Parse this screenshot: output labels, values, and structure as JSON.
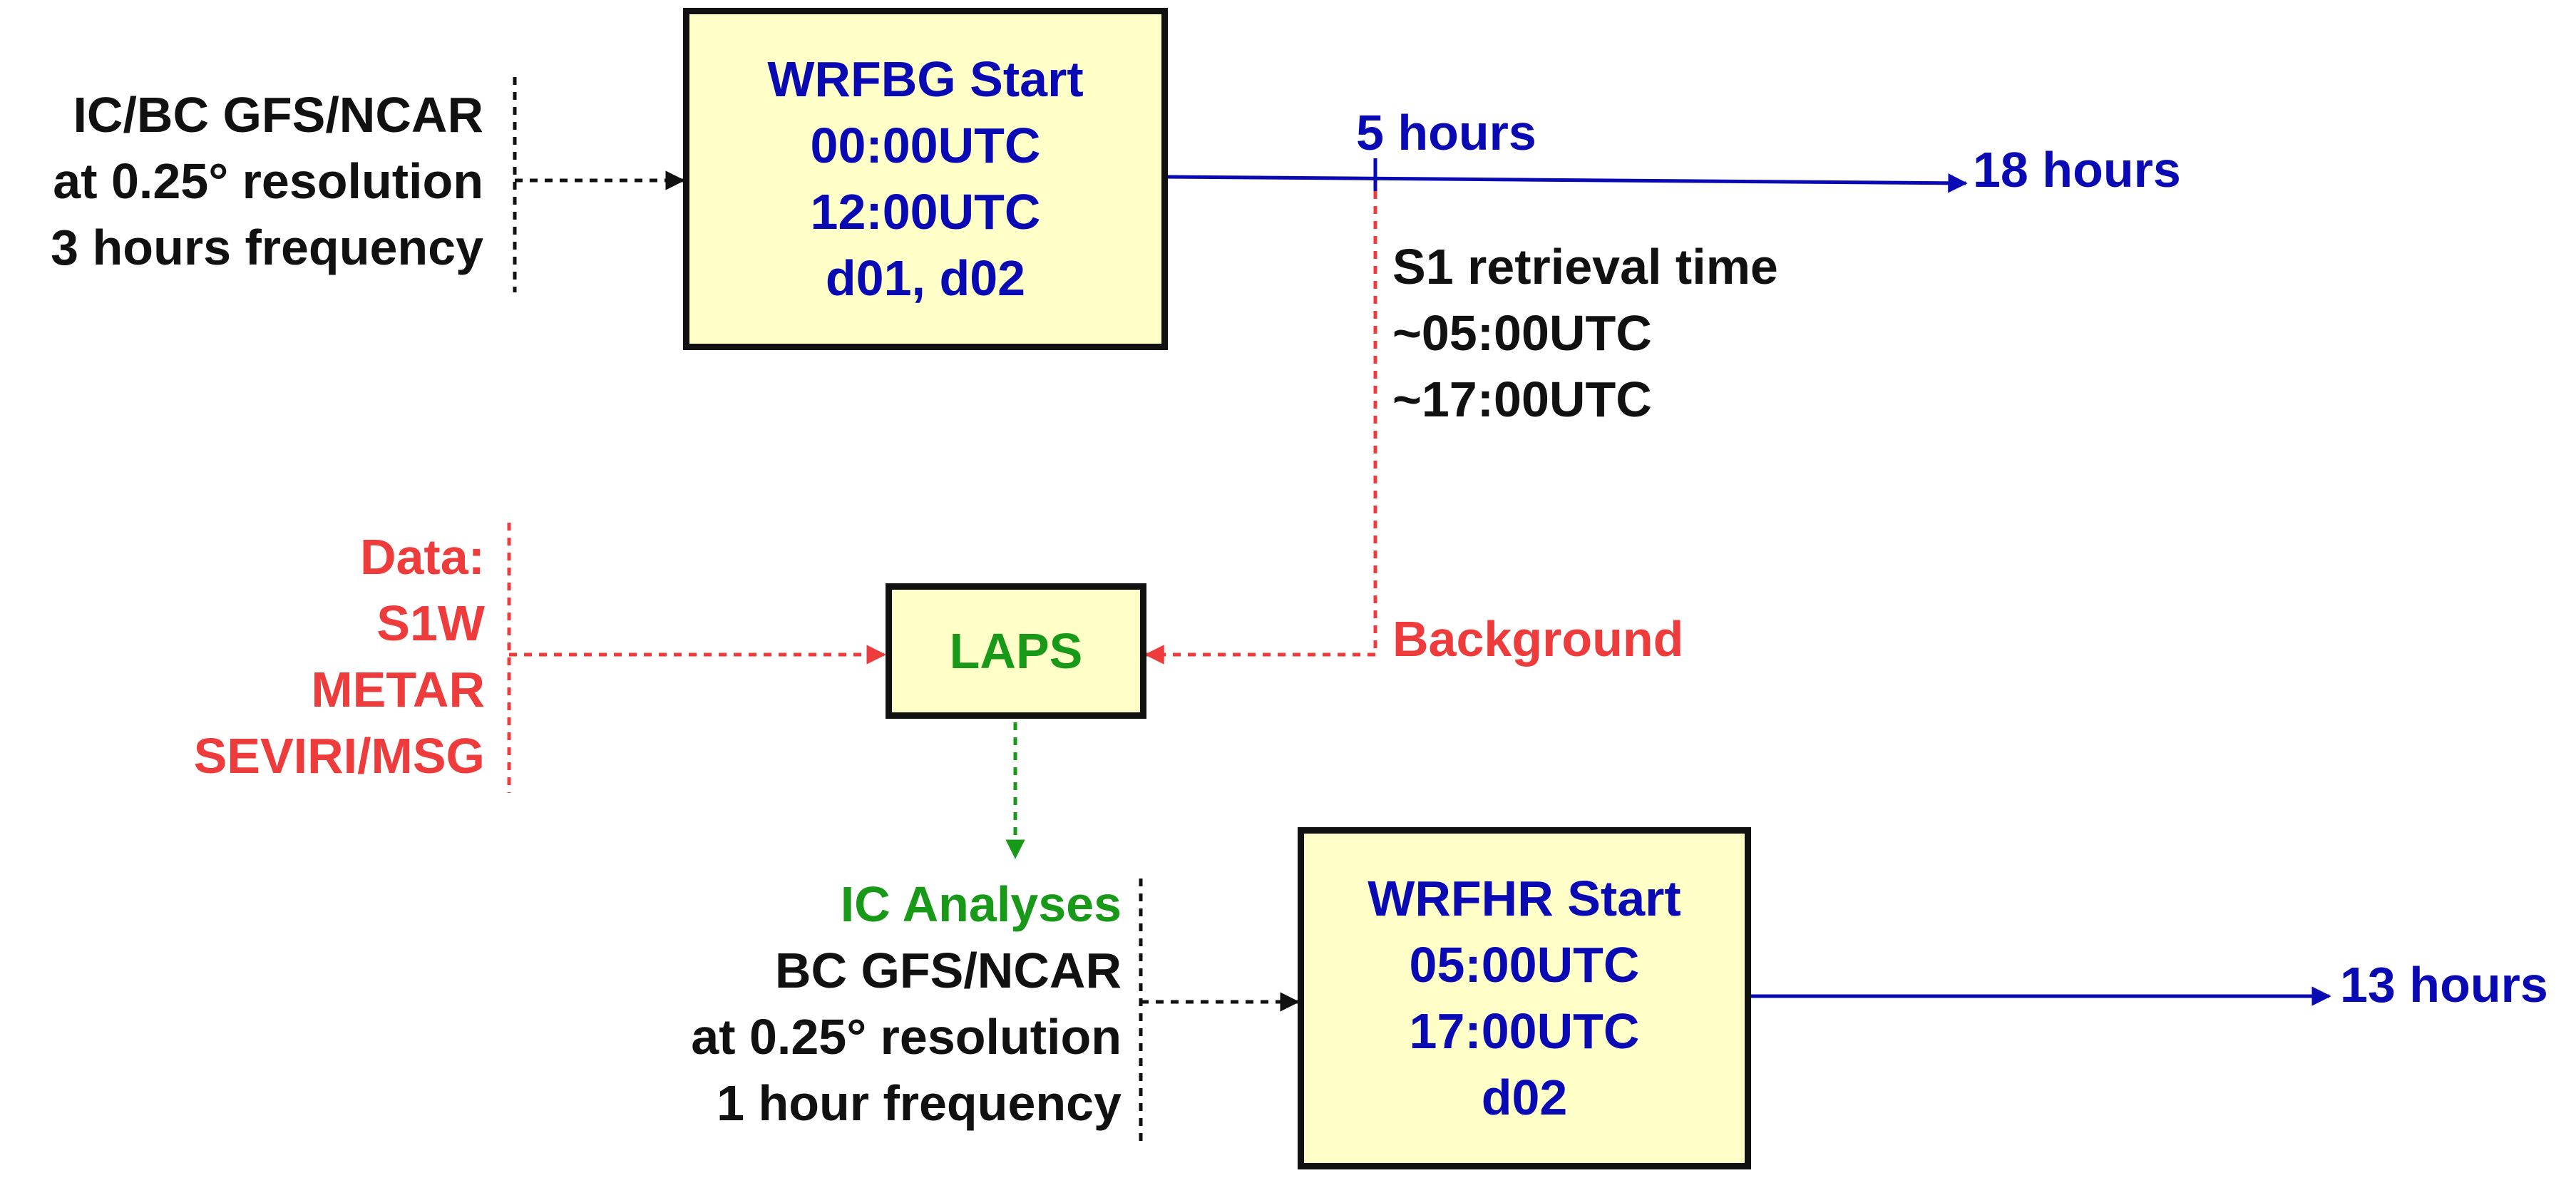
{
  "wrfbg_inputs": {
    "lines": [
      "IC/BC GFS/NCAR",
      "at 0.25° resolution",
      "3 hours frequency"
    ]
  },
  "wrfbg_box": {
    "lines": [
      "WRFBG Start",
      "00:00UTC",
      "12:00UTC",
      "d01, d02"
    ]
  },
  "wrfbg_timeline": {
    "mid_label": "5 hours",
    "end_label": "18 hours"
  },
  "s1_retrieval": {
    "lines": [
      "S1 retrieval time",
      "~05:00UTC",
      "~17:00UTC"
    ]
  },
  "laps_inputs": {
    "lines": [
      "Data:",
      "S1W",
      "METAR",
      "SEVIRI/MSG"
    ]
  },
  "laps_box": {
    "label": "LAPS"
  },
  "background": {
    "label": "Background"
  },
  "wrfhr_inputs": {
    "ic_label": "IC Analyses",
    "lines": [
      "BC GFS/NCAR",
      "at 0.25° resolution",
      "1 hour frequency"
    ]
  },
  "wrfhr_box": {
    "lines": [
      "WRFHR Start",
      "05:00UTC",
      "17:00UTC",
      "d02"
    ]
  },
  "wrfhr_timeline": {
    "end_label": "13 hours"
  },
  "colors": {
    "black": "#111111",
    "blue": "#0a0ab4",
    "red": "#ee3b3b",
    "green": "#189a18",
    "box_fill": "#ffffc8"
  }
}
